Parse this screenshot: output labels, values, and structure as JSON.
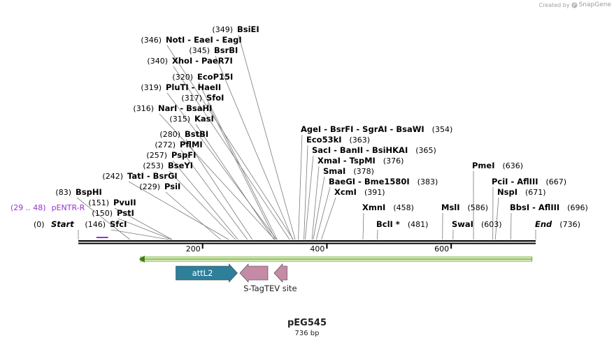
{
  "credit": {
    "prefix": "Created by",
    "brand": "SnapGene"
  },
  "plasmid": {
    "name": "pEG545",
    "size_label": "736 bp"
  },
  "ruler": {
    "start": 1,
    "end": 736,
    "ticks": [
      {
        "pos": 200,
        "label": "200"
      },
      {
        "pos": 400,
        "label": "400"
      },
      {
        "pos": 600,
        "label": "600"
      }
    ]
  },
  "colors": {
    "primer": "#9b30d9",
    "attl2": "#2e7f99",
    "tag": "#c48aa6",
    "green_arrow": "#6aaa2a",
    "leader": "#7a7a7a"
  },
  "sites": [
    {
      "name": "Start",
      "pos": 0,
      "pos_label": "(0)",
      "italic": true
    },
    {
      "name": "BspHI",
      "pos": 83,
      "pos_label": "(83)"
    },
    {
      "name": "SfcI",
      "pos": 146,
      "pos_label": "(146)"
    },
    {
      "name": "PstI",
      "pos": 150,
      "pos_label": "(150)"
    },
    {
      "name": "PvuII",
      "pos": 151,
      "pos_label": "(151)"
    },
    {
      "name": "PsiI",
      "pos": 229,
      "pos_label": "(229)"
    },
    {
      "name": "TatI  -  BsrGI",
      "pos": 242,
      "pos_label": "(242)"
    },
    {
      "name": "BseYI",
      "pos": 253,
      "pos_label": "(253)"
    },
    {
      "name": "PspFI",
      "pos": 257,
      "pos_label": "(257)"
    },
    {
      "name": "PflMI",
      "pos": 272,
      "pos_label": "(272)"
    },
    {
      "name": "BstBI",
      "pos": 280,
      "pos_label": "(280)"
    },
    {
      "name": "KasI",
      "pos": 315,
      "pos_label": "(315)"
    },
    {
      "name": "NarI  -  BsaHI",
      "pos": 316,
      "pos_label": "(316)"
    },
    {
      "name": "SfoI",
      "pos": 317,
      "pos_label": "(317)"
    },
    {
      "name": "PluTI  -  HaeII",
      "pos": 319,
      "pos_label": "(319)"
    },
    {
      "name": "EcoP15I",
      "pos": 320,
      "pos_label": "(320)"
    },
    {
      "name": "XhoI  -  PaeR7I",
      "pos": 340,
      "pos_label": "(340)"
    },
    {
      "name": "BsrBI",
      "pos": 345,
      "pos_label": "(345)"
    },
    {
      "name": "NotI  -  EaeI  -  EagI",
      "pos": 346,
      "pos_label": "(346)"
    },
    {
      "name": "BsiEI",
      "pos": 349,
      "pos_label": "(349)"
    },
    {
      "name": "AgeI  -  BsrFI  -  SgrAI  -  BsaWI",
      "pos": 354,
      "pos_label": "(354)"
    },
    {
      "name": "Eco53kI",
      "pos": 363,
      "pos_label": "(363)"
    },
    {
      "name": "SacI  -  BanII  -  BsiHKAI",
      "pos": 365,
      "pos_label": "(365)"
    },
    {
      "name": "XmaI  -  TspMI",
      "pos": 376,
      "pos_label": "(376)"
    },
    {
      "name": "SmaI",
      "pos": 378,
      "pos_label": "(378)"
    },
    {
      "name": "BaeGI  -  Bme1580I",
      "pos": 383,
      "pos_label": "(383)"
    },
    {
      "name": "XcmI",
      "pos": 391,
      "pos_label": "(391)"
    },
    {
      "name": "XmnI",
      "pos": 458,
      "pos_label": "(458)"
    },
    {
      "name": "BclI *",
      "pos": 481,
      "pos_label": "(481)"
    },
    {
      "name": "MslI",
      "pos": 586,
      "pos_label": "(586)"
    },
    {
      "name": "SwaI",
      "pos": 603,
      "pos_label": "(603)"
    },
    {
      "name": "PmeI",
      "pos": 636,
      "pos_label": "(636)"
    },
    {
      "name": "PciI  -  AflIII",
      "pos": 667,
      "pos_label": "(667)"
    },
    {
      "name": "NspI",
      "pos": 671,
      "pos_label": "(671)"
    },
    {
      "name": "BbsI  -  AflIII",
      "pos": 696,
      "pos_label": "(696)"
    },
    {
      "name": "End",
      "pos": 736,
      "pos_label": "(736)",
      "italic": true
    }
  ],
  "primer": {
    "name": "pENTR-R",
    "range_label": "(29 .. 48)",
    "start": 29,
    "end": 48
  },
  "features": [
    {
      "name": "attL2",
      "start": 157,
      "end": 256,
      "direction": "forward",
      "color": "attl2",
      "label_inside": true
    },
    {
      "name": "S-Tag",
      "start": 260,
      "end": 305,
      "direction": "reverse",
      "color": "tag",
      "label_inside": false
    },
    {
      "name": "TEV site",
      "start": 315,
      "end": 336,
      "direction": "reverse",
      "color": "tag",
      "label_inside": false
    }
  ],
  "orf": {
    "start": 100,
    "end": 730,
    "direction": "reverse"
  }
}
